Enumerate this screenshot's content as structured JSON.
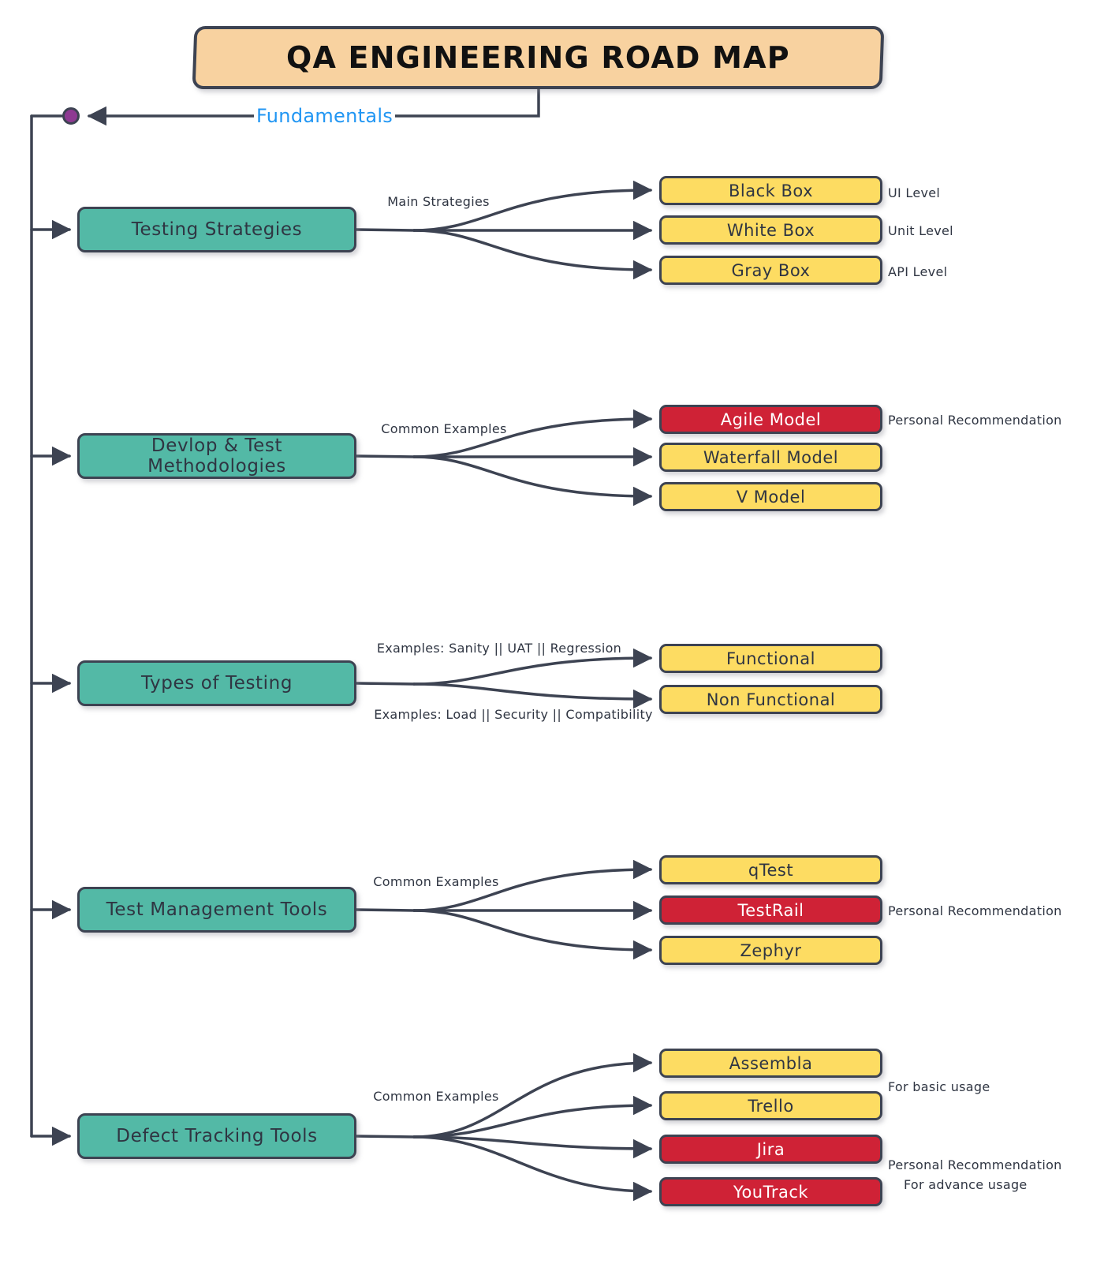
{
  "diagram": {
    "title": "QA ENGINEERING ROAD MAP",
    "root_edge_label": "Fundamentals",
    "colors": {
      "title_fill": "#f8d2a0",
      "branch_fill": "#53b9a6",
      "leaf_fill": "#fddc62",
      "accent_fill": "#cf2236",
      "stroke": "#3d4352",
      "root_label_color": "#2196f3",
      "junction_dot": "#8e3a92"
    },
    "branches": [
      {
        "id": "testing-strategies",
        "label": "Testing Strategies",
        "edge_label": "Main Strategies",
        "edge_label_2": "",
        "leaves": [
          {
            "label": "Black Box",
            "accent": false,
            "side_label": "UI Level"
          },
          {
            "label": "White Box",
            "accent": false,
            "side_label": "Unit Level"
          },
          {
            "label": "Gray Box",
            "accent": false,
            "side_label": "API Level"
          }
        ]
      },
      {
        "id": "methodologies",
        "label": "Devlop & Test Methodologies",
        "edge_label": "Common Examples",
        "edge_label_2": "",
        "leaves": [
          {
            "label": "Agile Model",
            "accent": true,
            "side_label": "Personal Recommendation"
          },
          {
            "label": "Waterfall Model",
            "accent": false,
            "side_label": ""
          },
          {
            "label": "V Model",
            "accent": false,
            "side_label": ""
          }
        ]
      },
      {
        "id": "types-of-testing",
        "label": "Types of Testing",
        "edge_label": "Examples: Sanity || UAT || Regression",
        "edge_label_2": "Examples: Load || Security || Compatibility",
        "leaves": [
          {
            "label": "Functional",
            "accent": false,
            "side_label": ""
          },
          {
            "label": "Non Functional",
            "accent": false,
            "side_label": ""
          }
        ]
      },
      {
        "id": "test-management-tools",
        "label": "Test Management Tools",
        "edge_label": "Common Examples",
        "edge_label_2": "",
        "leaves": [
          {
            "label": "qTest",
            "accent": false,
            "side_label": ""
          },
          {
            "label": "TestRail",
            "accent": true,
            "side_label": "Personal Recommendation"
          },
          {
            "label": "Zephyr",
            "accent": false,
            "side_label": ""
          }
        ]
      },
      {
        "id": "defect-tracking-tools",
        "label": "Defect Tracking Tools",
        "edge_label": "Common Examples",
        "edge_label_2": "",
        "leaves": [
          {
            "label": "Assembla",
            "accent": false,
            "side_label": "For basic usage"
          },
          {
            "label": "Trello",
            "accent": false,
            "side_label": ""
          },
          {
            "label": "Jira",
            "accent": true,
            "side_label": "Personal Recommendation"
          },
          {
            "label": "YouTrack",
            "accent": true,
            "side_label": "For advance usage"
          }
        ]
      }
    ]
  }
}
